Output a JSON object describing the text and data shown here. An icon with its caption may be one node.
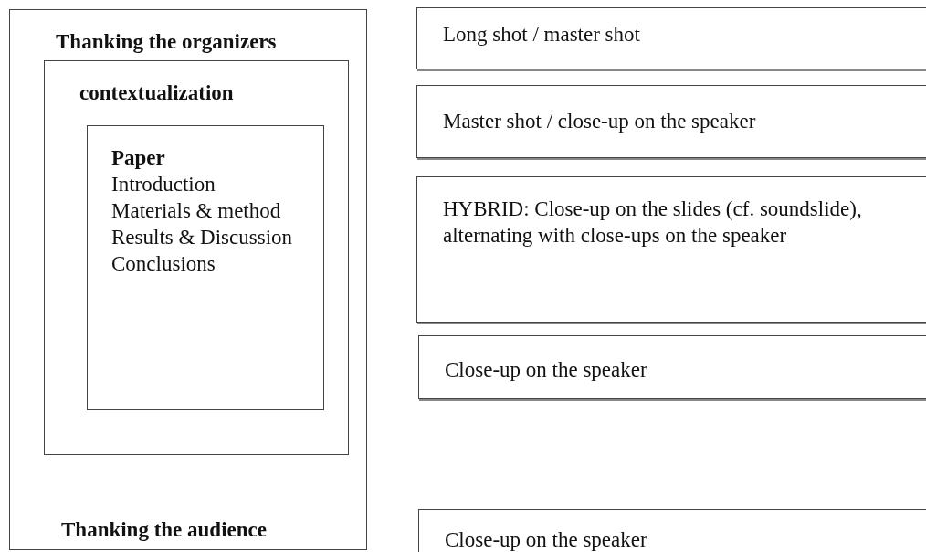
{
  "diagram": {
    "nodes": [
      {
        "text": [
          "Thanking the organizers",
          "Thanking the audience"
        ]
      },
      {
        "text": [
          "contextualization"
        ],
        "in": 0
      },
      {
        "text": [
          "Paper",
          "Introduction",
          "Materials & method",
          "Results & Discussion",
          "Conclusions"
        ],
        "in": 1
      },
      {
        "text": [
          "Long shot / master shot"
        ]
      },
      {
        "text": [
          "Master shot / close-up on the speaker"
        ]
      },
      {
        "text": [
          "HYBRID: Close-up on the slides (cf. soundslide), alternating with close-ups on the speaker"
        ]
      },
      {
        "text": [
          "Close-up on the speaker"
        ]
      },
      {
        "text": [
          "Close-up on the speaker"
        ]
      }
    ]
  }
}
